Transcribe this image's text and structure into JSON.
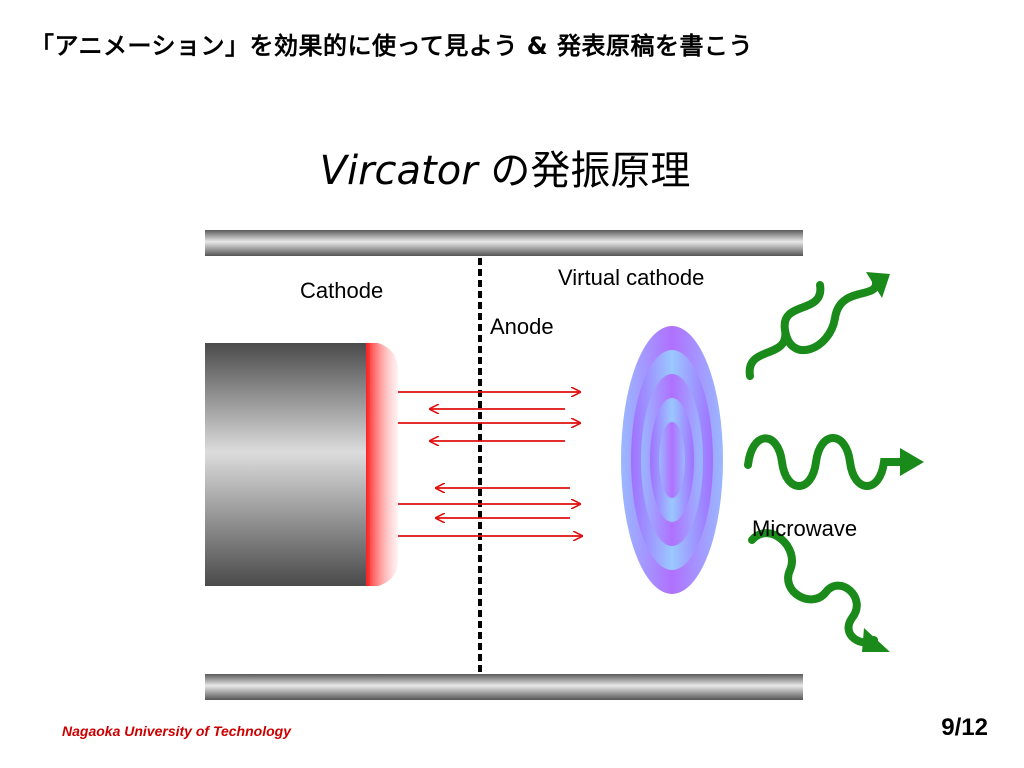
{
  "header": {
    "title": "「アニメーション」を効果的に使って見よう & 発表原稿を書こう"
  },
  "slide": {
    "title_latin": "Vircator",
    "title_jp": " の発振原理"
  },
  "diagram": {
    "labels": {
      "cathode": "Cathode",
      "anode": "Anode",
      "virtual_cathode": "Virtual cathode",
      "microwave": "Microwave"
    },
    "colors": {
      "electron_beam": "#e01010",
      "microwave": "#1a8a1a",
      "virtual_cathode": "#8a70ff",
      "cathode_emitter": "#ff3030"
    }
  },
  "footer": {
    "organization": "Nagaoka University of Technology",
    "page": "9/12"
  }
}
